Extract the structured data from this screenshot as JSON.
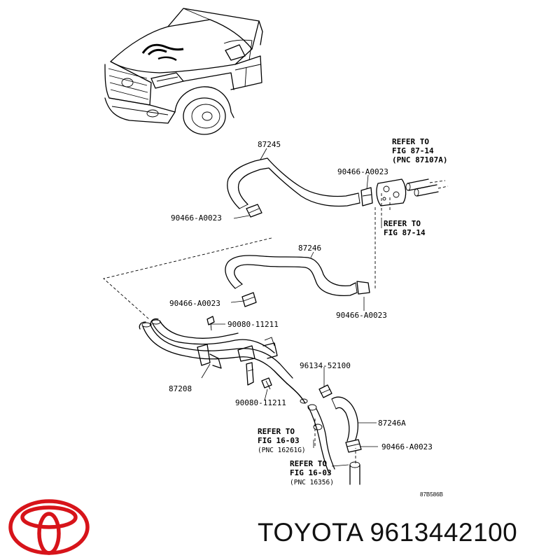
{
  "diagram": {
    "drawing_code": "87B586B",
    "labels": {
      "hose_87245": "87245",
      "hose_87246": "87246",
      "hose_87246a": "87246A",
      "pipe_87208": "87208",
      "clamp_1": "90466-A0023",
      "clamp_2": "90466-A0023",
      "clamp_3": "90466-A0023",
      "clamp_4": "90466-A0023",
      "clamp_5": "90466-A0023",
      "bolt_1": "90080-11211",
      "bolt_2": "90080-11211",
      "clip": "96134-52100"
    },
    "refer_top_right": [
      "REFER TO",
      "FIG 87-14",
      "(PNC 87107A)"
    ],
    "refer_mid_right": [
      "REFER TO",
      "FIG 87-14"
    ],
    "refer_bottom_1": [
      "REFER TO",
      "FIG 16-03",
      "(PNC 16261G)"
    ],
    "refer_bottom_2": [
      "REFER TO",
      "FIG 16-03",
      "(PNC 16356)"
    ]
  },
  "brand": {
    "name": "TOYOTA",
    "part_number": "9613442100",
    "logo_color": "#d7141a"
  }
}
